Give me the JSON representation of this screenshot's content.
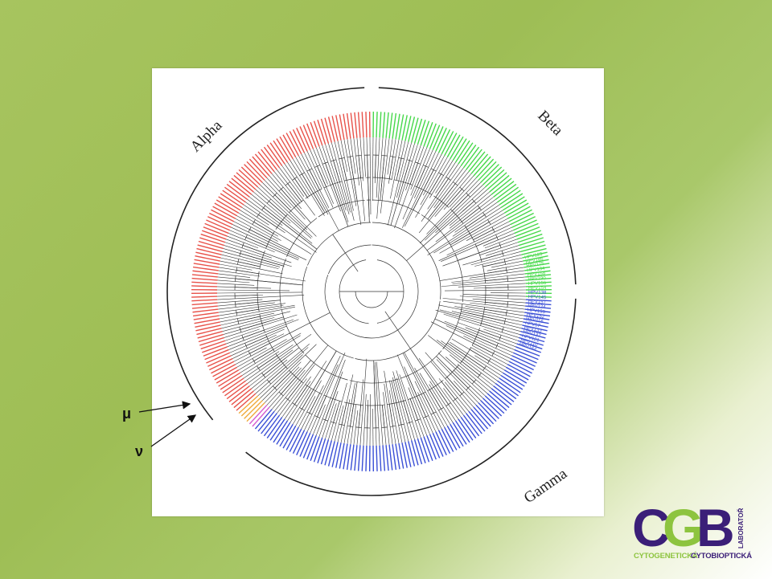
{
  "diagram": {
    "clade_labels": {
      "alpha": "Alpha",
      "beta": "Beta",
      "gamma": "Gamma"
    },
    "colors": {
      "alpha": "#e8524a",
      "beta": "#46d84a",
      "gamma": "#3a4fd6",
      "mu": "#f0a93a",
      "nu": "#d45cd0",
      "branches": "#333333"
    },
    "visible_leaf_labels": [
      "HPV123",
      "HPV186",
      "HPV175",
      "HPV134",
      "HPV158",
      "HPV190",
      "HPV156",
      "HPV154",
      "HPV138",
      "HPV145",
      "HPV157",
      "HPV124",
      "HPV195",
      "HPV152",
      "HPV116",
      "HPV57",
      "HPV133",
      "HPV137",
      "HPV121",
      "HPV110",
      "HPV164"
    ]
  },
  "callouts": {
    "mu": "μ",
    "nu": "ν"
  },
  "logo": {
    "letters": [
      "C",
      "G",
      "B"
    ],
    "vertical_text": "LABORATOŘ",
    "sub_left": "CYTOGENETICKÁ",
    "sub_right": "CYTOBIOPTICKÁ",
    "colors": {
      "purple": "#3b1f78",
      "green": "#8dc43f"
    }
  }
}
